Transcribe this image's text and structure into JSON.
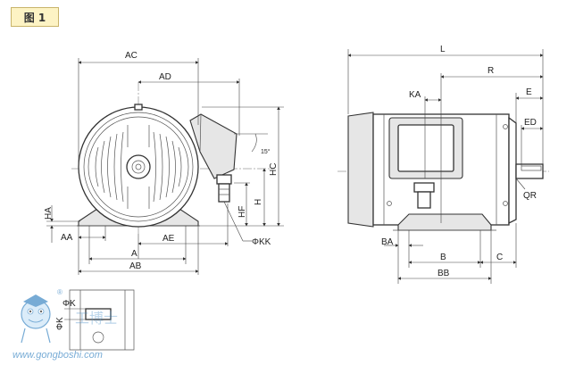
{
  "figure_label": "图 1",
  "front_view_labels": {
    "ac": "AC",
    "ad": "AD",
    "hc": "HC",
    "h": "H",
    "hf": "HF",
    "ha": "HA",
    "aa": "AA",
    "a": "A",
    "ae": "AE",
    "ab": "AB",
    "phi_kk": "ΦKK",
    "angle": "15°"
  },
  "side_view_labels": {
    "l": "L",
    "r": "R",
    "ka": "KA",
    "e": "E",
    "ed": "ED",
    "qr": "QR",
    "ba": "BA",
    "b": "B",
    "c": "C",
    "bb": "BB"
  },
  "detail_labels": {
    "phi_k": "ΦK",
    "phi_k_rotated": "ΦK"
  },
  "watermark": {
    "text": "www.gongboshi.com",
    "cn_text": "工博士",
    "reg_mark": "®"
  },
  "colors": {
    "label_bg": "#fdf3c4",
    "line": "#333333",
    "watermark": "#4a90c8"
  }
}
